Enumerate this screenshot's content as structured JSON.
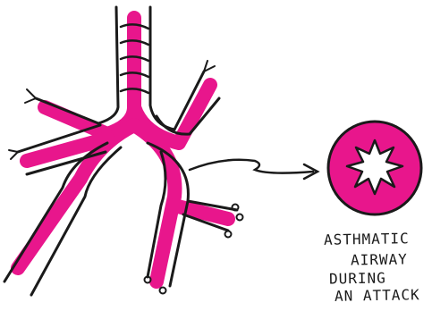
{
  "caption": {
    "line1": "ASTHMATIC",
    "line2": "AIRWAY",
    "line3": "DURING",
    "line4": "AN ATTACK"
  },
  "colors": {
    "ink": "#1a1a1a",
    "airway_fill": "#e8168c",
    "lumen": "#ffffff",
    "paper": "#ffffff"
  }
}
